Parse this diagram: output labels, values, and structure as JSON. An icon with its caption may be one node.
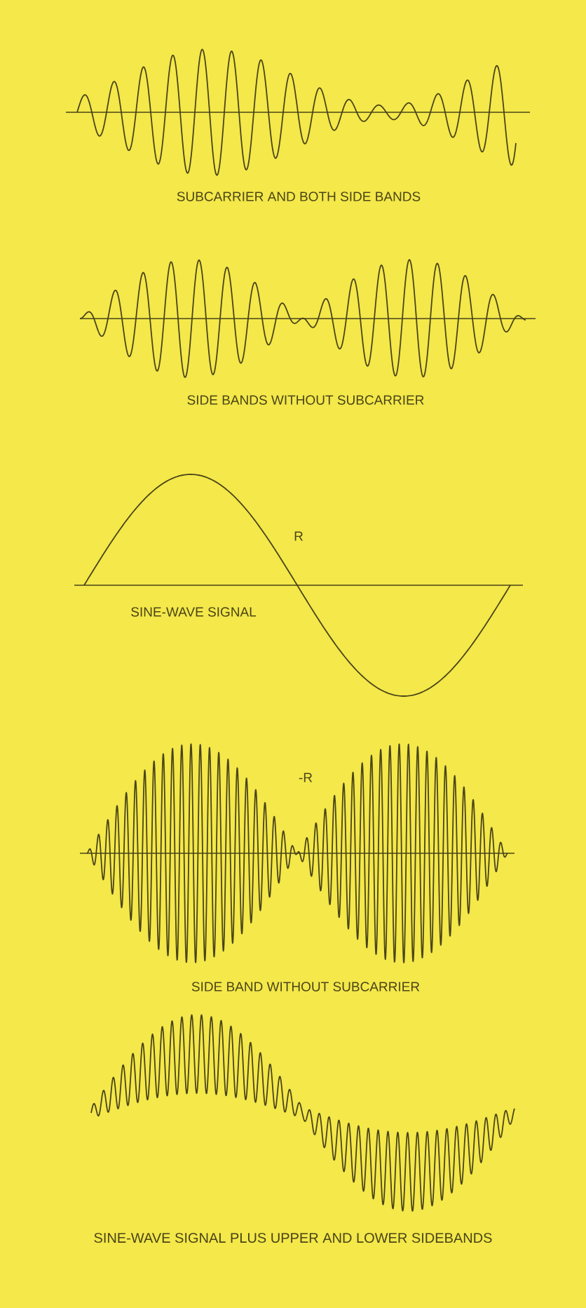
{
  "diagram": {
    "labels": [
      "SUBCARRIER AND BOTH SIDE BANDS",
      "SIDE BANDS WITHOUT SUBCARRIER",
      "R",
      "SINE-WAVE SIGNAL",
      "-R",
      "SIDE BAND WITHOUT SUBCARRIER",
      "SINE-WAVE SIGNAL PLUS UPPER AND LOWER SIDEBANDS"
    ]
  }
}
